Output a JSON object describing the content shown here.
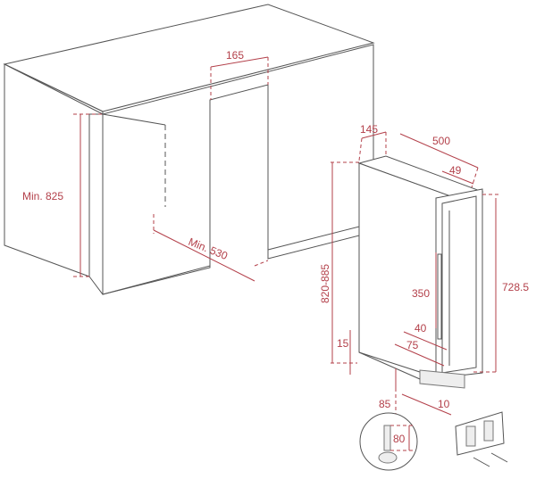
{
  "dimensions": {
    "cutout_width": "165",
    "cabinet_height": "Min. 825",
    "cabinet_depth": "Min. 530",
    "appliance_width": "145",
    "appliance_depth": "500",
    "door_depth": "49",
    "niche_height": "820-885",
    "appliance_height": "728.5",
    "handle_length": "350",
    "handle_offset": "40",
    "handle_bottom": "75",
    "foot_gap": "15",
    "plinth_depth": "85",
    "plinth_gap": "10",
    "foot_height": "80"
  },
  "colors": {
    "dimension": "#b3404a",
    "outline": "#555555"
  }
}
